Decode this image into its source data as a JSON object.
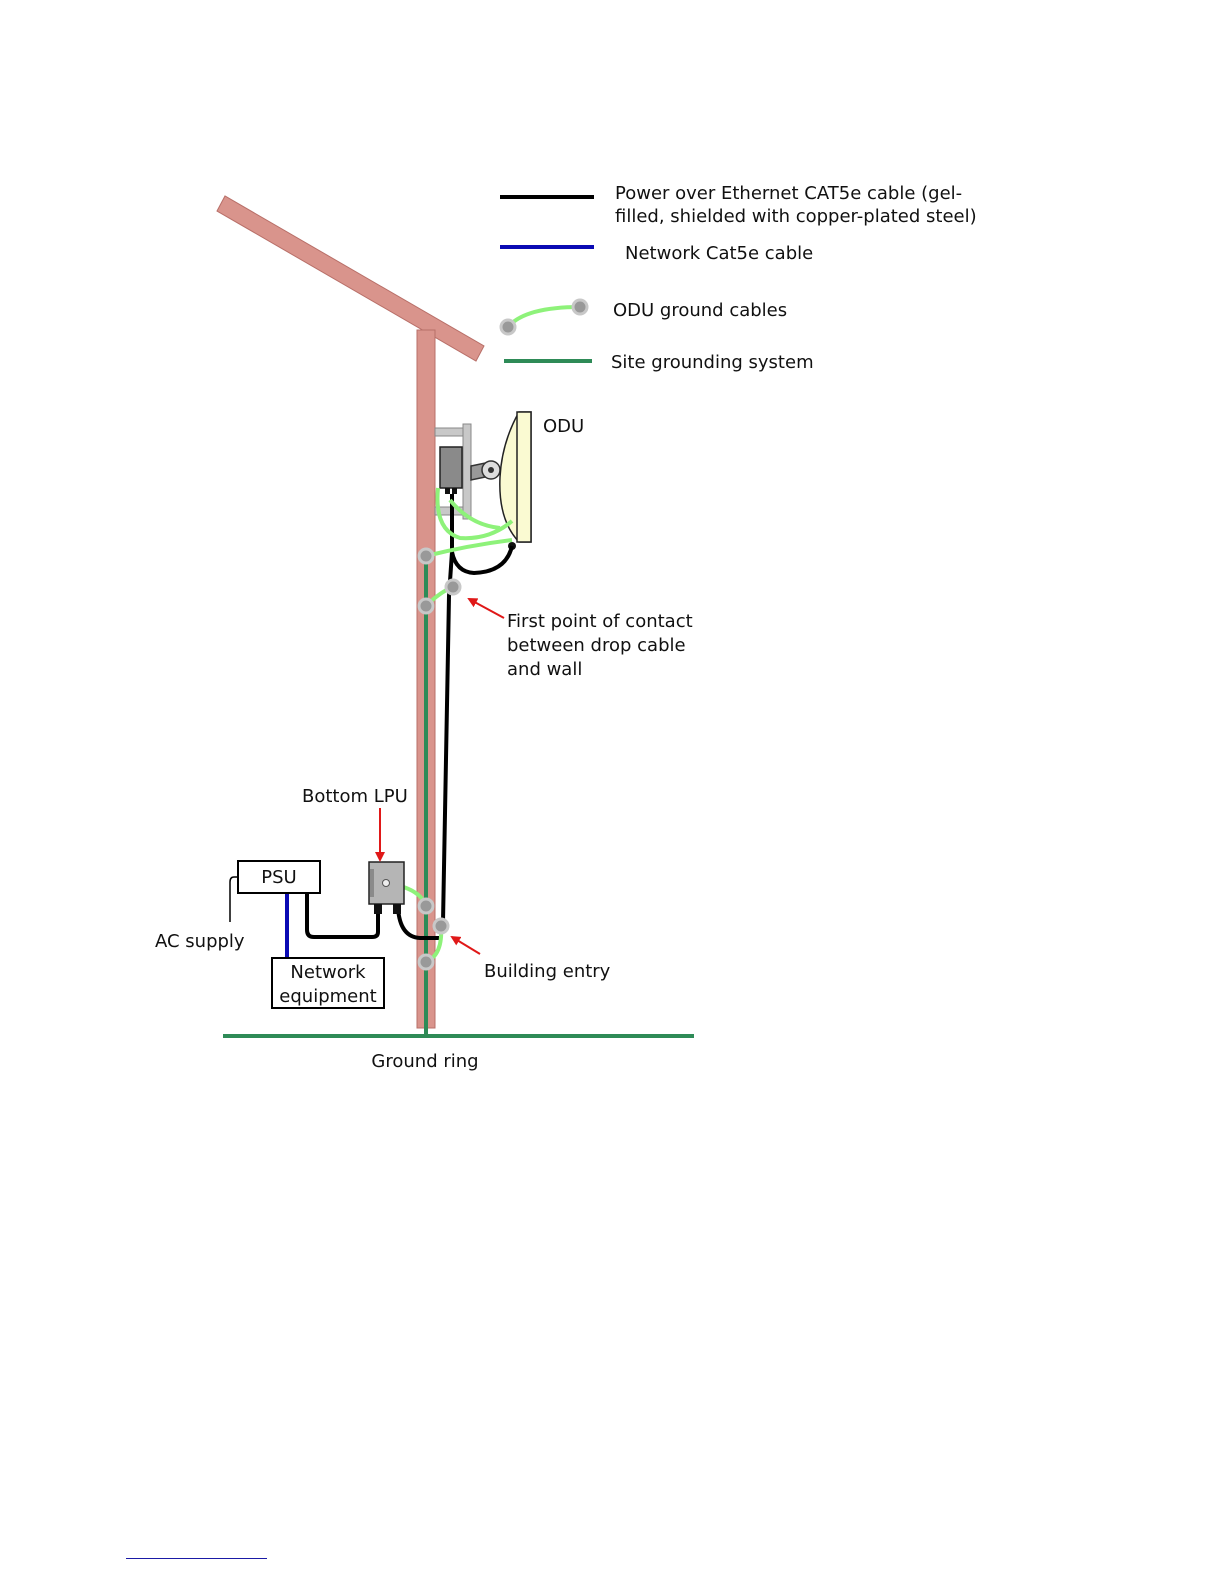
{
  "legend": {
    "poe_cable": [
      "Power over Ethernet CAT5e cable (gel-",
      "filled, shielded with copper-plated steel)"
    ],
    "network_cable": "Network Cat5e cable",
    "odu_ground": "ODU ground cables",
    "site_ground": "Site grounding system"
  },
  "labels": {
    "odu": "ODU",
    "first_contact": [
      "First point of contact",
      "between drop cable",
      "and wall"
    ],
    "bottom_lpu": "Bottom LPU",
    "psu": "PSU",
    "ac_supply": "AC supply",
    "network_equipment": [
      "Network",
      "equipment"
    ],
    "building_entry": "Building entry",
    "ground_ring": "Ground ring"
  },
  "colors": {
    "building": "#d9948c",
    "poe_cable": "#000000",
    "network_cable": "#0a0ab4",
    "odu_ground": "#8ef27a",
    "site_ground": "#2e8b57",
    "arrow": "#e01818",
    "odu_panel": "#fafad2"
  }
}
